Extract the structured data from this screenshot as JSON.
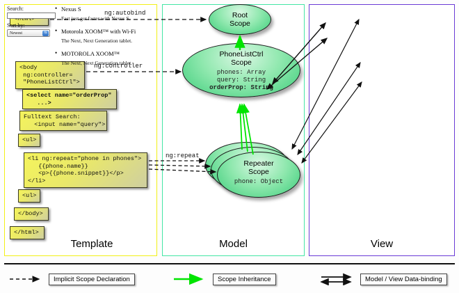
{
  "columns": [
    {
      "id": "template",
      "label": "Template",
      "accent": "#f2f016"
    },
    {
      "id": "model",
      "label": "Model",
      "accent": "#44e6a5"
    },
    {
      "id": "view",
      "label": "View",
      "accent": "#6a3bd6"
    }
  ],
  "template": {
    "boxes": [
      {
        "id": "html-open",
        "text": "<html>"
      },
      {
        "id": "body-open",
        "text": "<body\n ng:controller=\n \"PhoneListCtrl\">"
      },
      {
        "id": "select",
        "text": "<select name=\"orderProp\"\n   ...>",
        "bold": true
      },
      {
        "id": "search",
        "text": "Fulltext Search:\n   <input name=\"query\">"
      },
      {
        "id": "ul-open",
        "text": "<ul>"
      },
      {
        "id": "li-repeat",
        "text": "<li ng:repeat=\"phone in phones\">\n   {{phone.name}}\n   <p>{{phone.snippet}}</p>\n</li>"
      },
      {
        "id": "ul-close",
        "text": "<ul>"
      },
      {
        "id": "body-close",
        "text": "</body>"
      },
      {
        "id": "html-close",
        "text": "</html>"
      }
    ]
  },
  "model": {
    "scopes": [
      {
        "id": "root-scope",
        "title": "Root\nScope",
        "props": ""
      },
      {
        "id": "phonelist-scope",
        "title": "PhoneListCtrl\nScope",
        "props": "phones: Array\nquery: String",
        "bold_prop": "orderProp: String"
      },
      {
        "id": "repeater-scope",
        "title": "Repeater\nScope",
        "props": "phone: Object"
      }
    ]
  },
  "edges": {
    "autobind": "ng:autobind",
    "controller": "ng:controller",
    "repeat": "ng:repeat"
  },
  "view": {
    "search_label": "Search:",
    "search_value": "",
    "sort_label": "Sort by:",
    "sort_selected": "Newest",
    "phones": [
      {
        "name": "Nexus S",
        "snippet": "Fast just got faster with Nexus S."
      },
      {
        "name": "Motorola XOOM™  with Wi-Fi",
        "snippet": "The Next, Next Generation tablet."
      },
      {
        "name": "MOTOROLA XOOM™",
        "snippet": "The Next, Next Generation tablet."
      }
    ]
  },
  "legend": [
    {
      "id": "implicit-scope-declaration",
      "label": "Implicit Scope Declaration",
      "art": "dashed-arrow",
      "color": "#111111"
    },
    {
      "id": "scope-inheritance",
      "label": "Scope Inheritance",
      "art": "green-arrow",
      "color": "#00e400"
    },
    {
      "id": "model-view-data-binding",
      "label": "Model / View Data-binding",
      "art": "double-arrow",
      "color": "#111111"
    }
  ]
}
